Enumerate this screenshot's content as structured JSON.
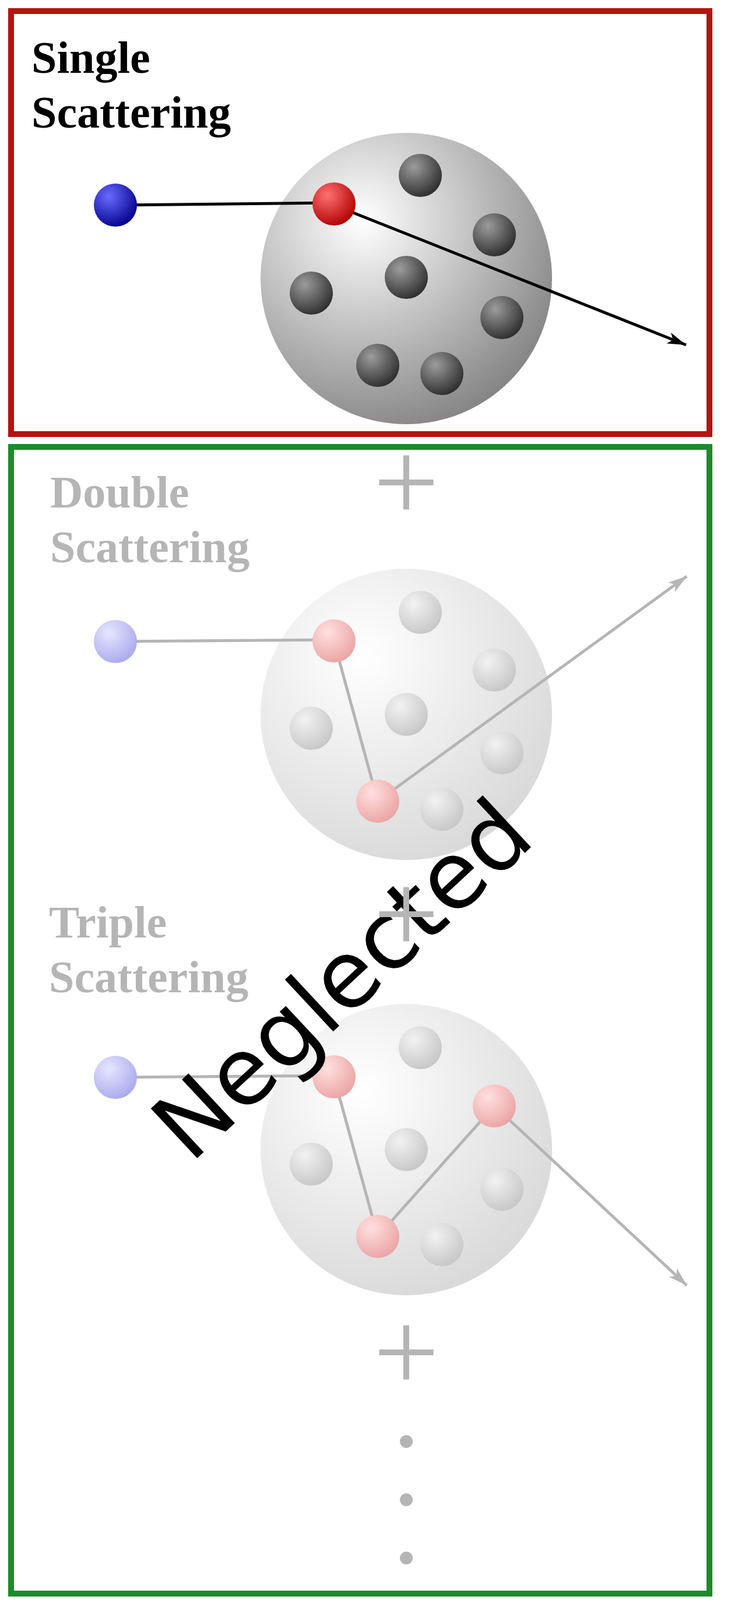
{
  "diagram": {
    "nodes": [
      {
        "text": [
          "Single Scattering"
        ]
      },
      {
        "text": [
          "Neglected"
        ]
      }
    ],
    "labels": [
      "+",
      "Double Scattering",
      "+",
      "Triple Scattering",
      "+"
    ]
  }
}
